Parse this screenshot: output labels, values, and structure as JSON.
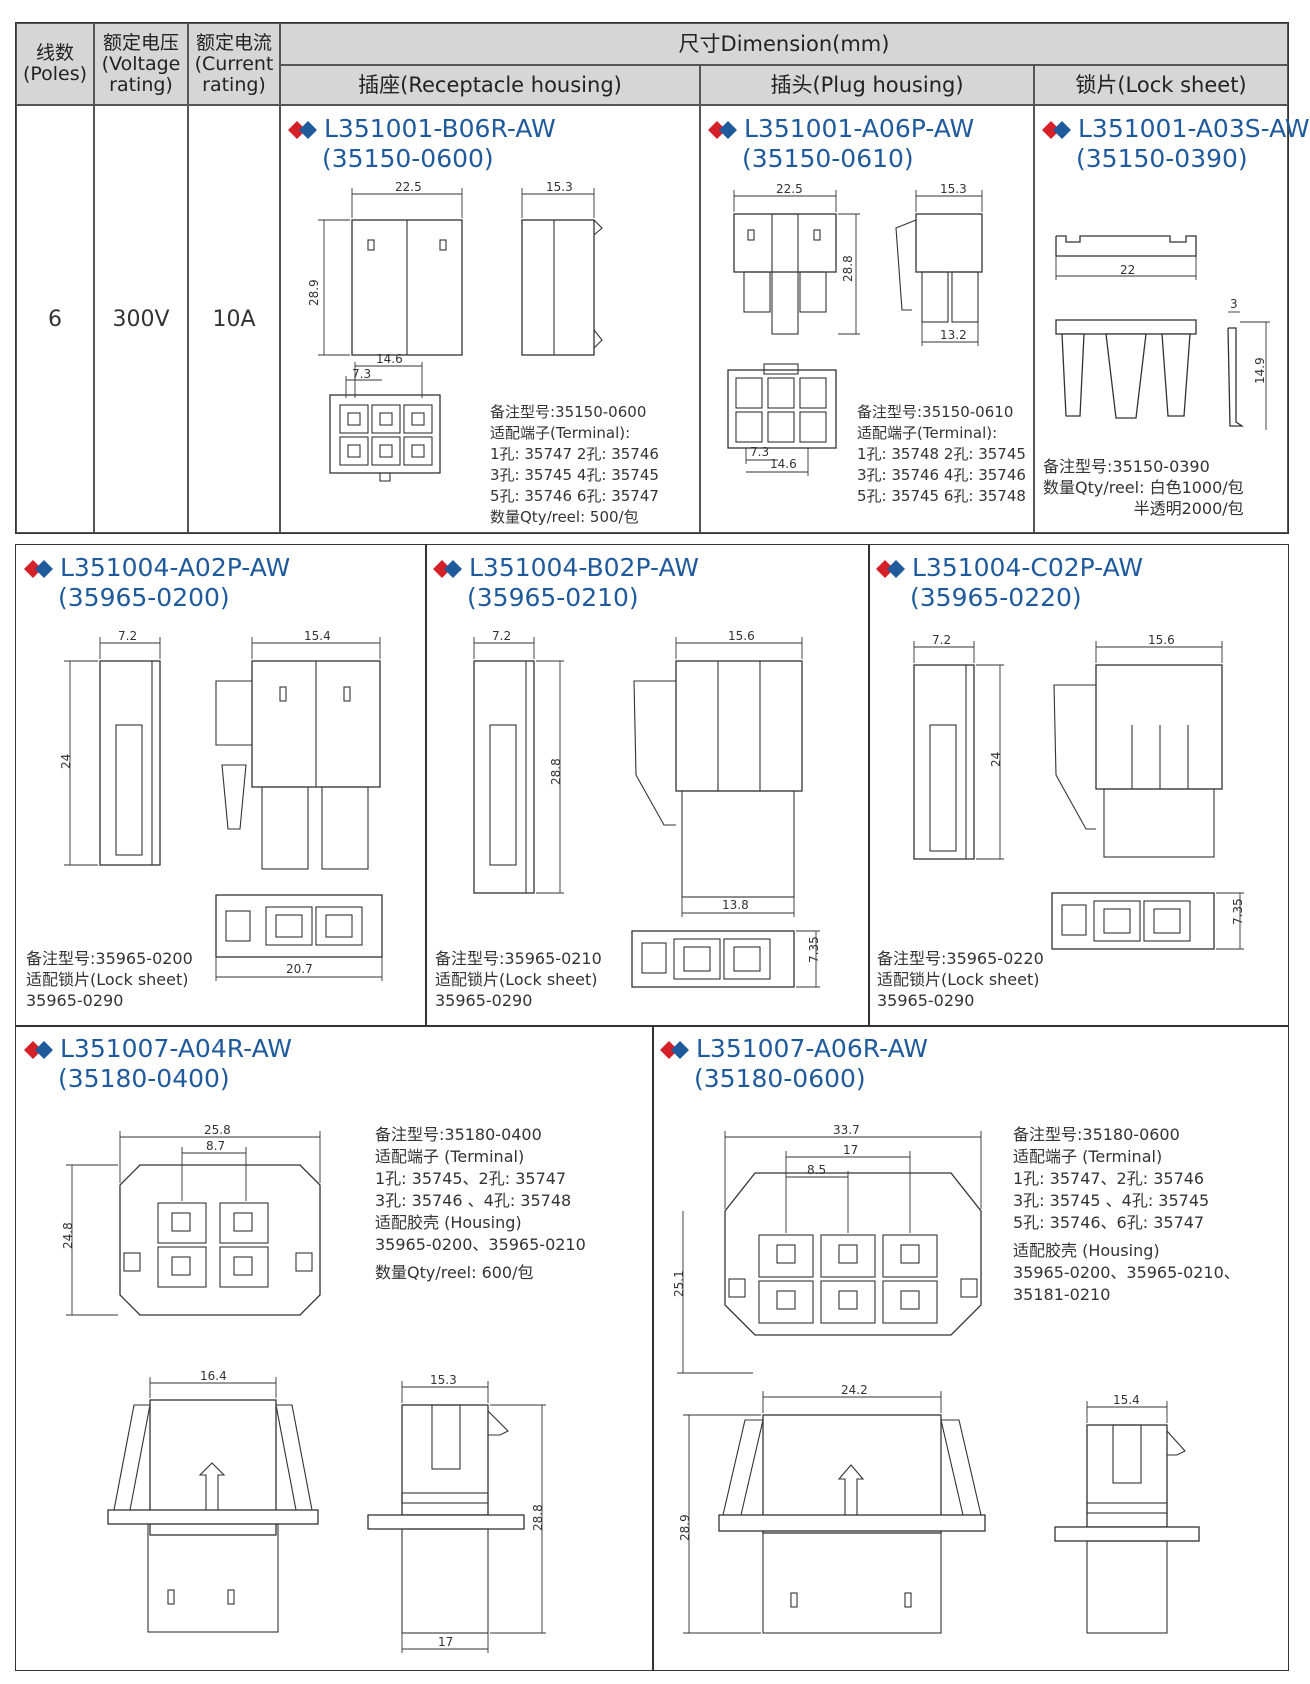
{
  "header": {
    "poles": "线数\n(Poles)",
    "voltage": "额定电压\n(Voltage\nrating)",
    "current": "额定电流\n(Current\nrating)",
    "dimension": "尺寸Dimension(mm)",
    "receptacle": "插座(Receptacle housing)",
    "plug": "插头(Plug housing)",
    "lock": "锁片(Lock sheet)"
  },
  "row": {
    "poles": "6",
    "voltage": "300V",
    "current": "10A"
  },
  "p1": {
    "name": "L351001-B06R-AW",
    "code": "(35150-0600)",
    "dims": [
      "22.5",
      "15.3",
      "28.9",
      "14.6",
      "7.3"
    ],
    "notes": [
      "备注型号:35150-0600",
      "适配端子(Terminal):",
      "1孔: 35747  2孔: 35746",
      "3孔: 35745  4孔: 35745",
      "5孔: 35746  6孔: 35747",
      "数量Qty/reel: 500/包"
    ]
  },
  "p2": {
    "name": "L351001-A06P-AW",
    "code": "(35150-0610)",
    "dims": [
      "22.5",
      "15.3",
      "28.8",
      "13.2",
      "7.3",
      "14.6"
    ],
    "notes": [
      "备注型号:35150-0610",
      "适配端子(Terminal):",
      "1孔: 35748  2孔: 35745",
      "3孔: 35746  4孔: 35746",
      "5孔: 35745  6孔: 35748"
    ]
  },
  "p3": {
    "name": "L351001-A03S-AW",
    "code": "(35150-0390)",
    "dims": [
      "22",
      "3",
      "14.9"
    ],
    "notes": [
      "备注型号:35150-0390",
      "数量Qty/reel: 白色1000/包",
      "半透明2000/包"
    ]
  },
  "p4": {
    "name": "L351004-A02P-AW",
    "code": "(35965-0200)",
    "dims": [
      "7.2",
      "15.4",
      "24",
      "20.7"
    ],
    "notes": [
      "备注型号:35965-0200",
      "适配锁片(Lock sheet)",
      "35965-0290"
    ]
  },
  "p5": {
    "name": "L351004-B02P-AW",
    "code": "(35965-0210)",
    "dims": [
      "7.2",
      "15.6",
      "28.8",
      "13.8",
      "7.35"
    ],
    "notes": [
      "备注型号:35965-0210",
      "适配锁片(Lock sheet)",
      "35965-0290"
    ]
  },
  "p6": {
    "name": "L351004-C02P-AW",
    "code": "(35965-0220)",
    "dims": [
      "7.2",
      "15.6",
      "24",
      "7.35"
    ],
    "notes": [
      "备注型号:35965-0220",
      "适配锁片(Lock sheet)",
      "35965-0290"
    ]
  },
  "p7": {
    "name": "L351007-A04R-AW",
    "code": "(35180-0400)",
    "dims": [
      "25.8",
      "8.7",
      "24.8",
      "16.4",
      "15.3",
      "28.8",
      "17"
    ],
    "notes": [
      "备注型号:35180-0400",
      "适配端子 (Terminal)",
      "1孔: 35745、2孔: 35747",
      "3孔: 35746    、4孔: 35748",
      "适配胶壳 (Housing)",
      "35965-0200、35965-0210",
      "数量Qty/reel: 600/包"
    ]
  },
  "p8": {
    "name": "L351007-A06R-AW",
    "code": "(35180-0600)",
    "dims": [
      "33.7",
      "17",
      "8.5",
      "25.1",
      "24.2",
      "28.9",
      "15.4"
    ],
    "notes": [
      "备注型号:35180-0600",
      "适配端子 (Terminal)",
      "1孔: 35747、2孔: 35746",
      "3孔: 35745    、4孔: 35745",
      "5孔: 35746、6孔: 35747",
      "适配胶壳 (Housing)",
      "35965-0200、35965-0210、",
      "35181-0210"
    ]
  },
  "colors": {
    "accent": "#1f5a9c",
    "diamond_red": "#d62028",
    "diamond_blue": "#1f5a9c",
    "header_bg": "#d6d6d6"
  }
}
